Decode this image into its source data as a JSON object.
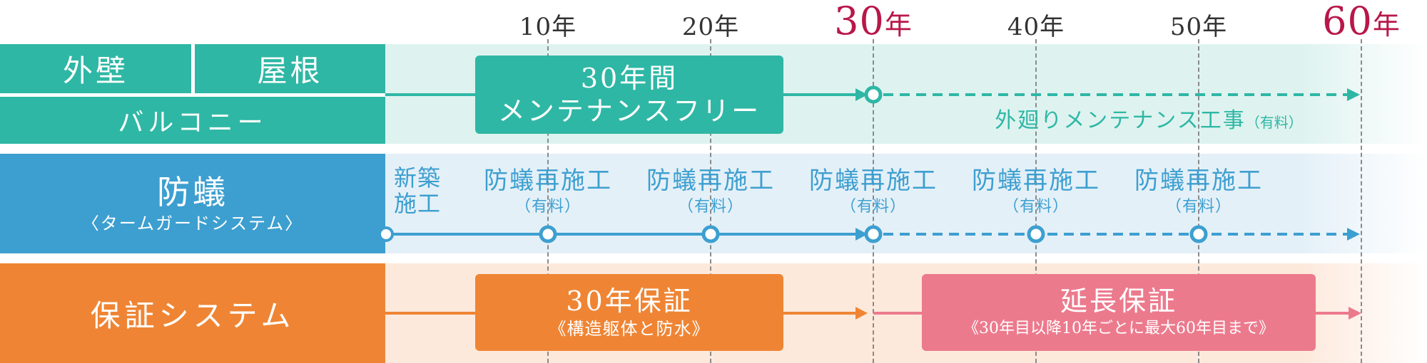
{
  "header": {
    "years": [
      {
        "value": "10",
        "unit": "年",
        "big": false,
        "pos": 0
      },
      {
        "value": "20",
        "unit": "年",
        "big": false,
        "pos": 1
      },
      {
        "value": "30",
        "unit": "年",
        "big": true,
        "pos": 2
      },
      {
        "value": "40",
        "unit": "年",
        "big": false,
        "pos": 3
      },
      {
        "value": "50",
        "unit": "年",
        "big": false,
        "pos": 4
      },
      {
        "value": "60",
        "unit": "年",
        "big": true,
        "pos": 5
      }
    ]
  },
  "rows": {
    "exterior": {
      "label_wall": "外壁",
      "label_roof": "屋根",
      "label_balcony": "バルコニー",
      "box_title": "30年間",
      "box_subtitle": "メンテナンスフリー",
      "after_text": "外廻りメンテナンス工事",
      "after_note": "（有料）"
    },
    "termite": {
      "title": "防蟻",
      "subtitle": "〈タームガードシステム〉",
      "start_line1": "新築",
      "start_line2": "施工",
      "events": [
        {
          "label": "防蟻再施工",
          "note": "（有料）"
        },
        {
          "label": "防蟻再施工",
          "note": "（有料）"
        },
        {
          "label": "防蟻再施工",
          "note": "（有料）"
        },
        {
          "label": "防蟻再施工",
          "note": "（有料）"
        },
        {
          "label": "防蟻再施工",
          "note": "（有料）"
        }
      ]
    },
    "warranty": {
      "label": "保証システム",
      "box1_title": "30年保証",
      "box1_subtitle": "《構造躯体と防水》",
      "box2_title": "延長保証",
      "box2_subtitle": "《30年目以降10年ごとに最大60年目まで》"
    }
  },
  "colors": {
    "teal": "#2fb7a5",
    "teal_bg": "#def3ef",
    "blue": "#3d9fd0",
    "blue_bg": "#e4f0f8",
    "orange": "#ef8534",
    "orange_bg": "#fde9dc",
    "pink": "#ec7a8d",
    "accent_year": "#b8174a"
  }
}
